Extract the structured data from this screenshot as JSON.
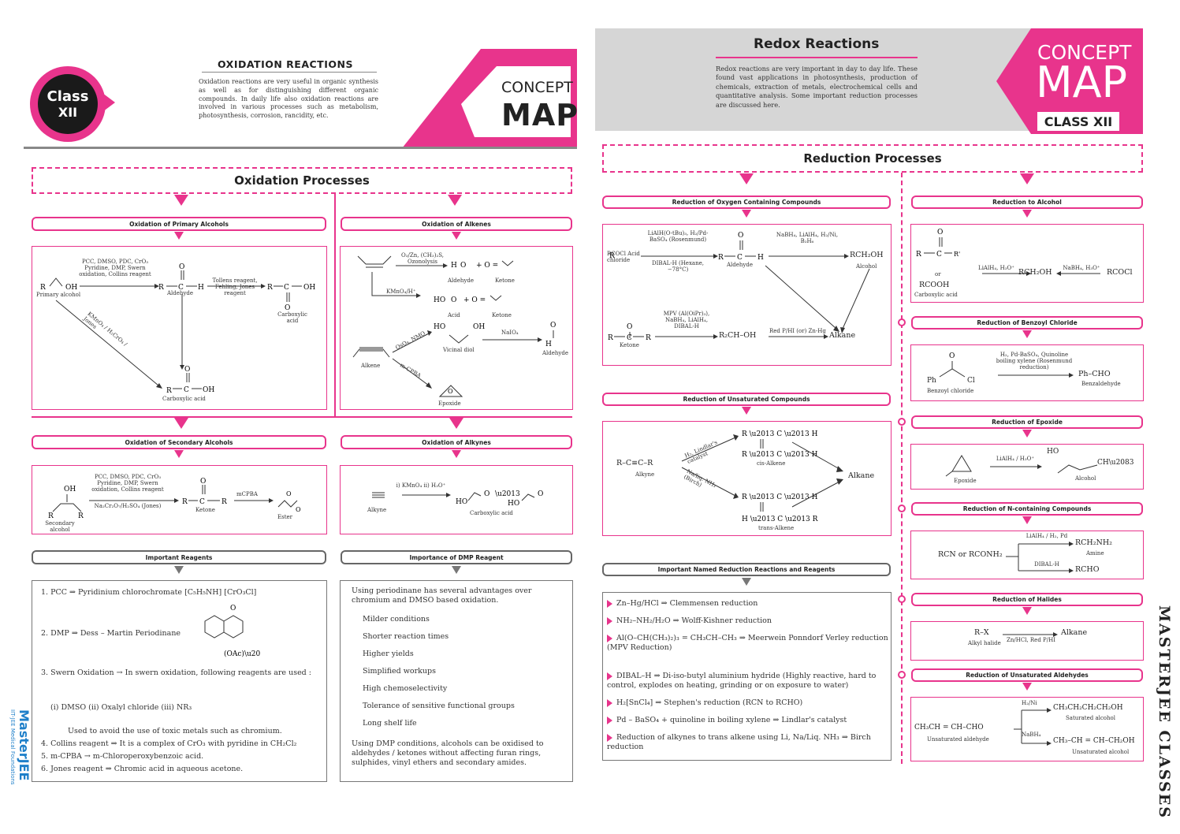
{
  "left": {
    "badge": {
      "line1": "Class",
      "line2": "XII"
    },
    "intro": {
      "title": "OXIDATION REACTIONS",
      "text": "Oxidation reactions are very useful in organic synthesis as well as for distinguishing different organic compounds. In daily life also oxidation reactions are involved in various processes such as metabolism, photosynthesis, corrosion, rancidity, etc."
    },
    "concept": {
      "top": "CONCEPT",
      "bottom": "MAP"
    },
    "section_title": "Oxidation Processes",
    "pills": {
      "primary_alcohols": "Oxidation of Primary Alcohols",
      "alkenes": "Oxidation of Alkenes",
      "secondary_alcohols": "Oxidation of Secondary Alcohols",
      "alkynes": "Oxidation of Alkynes",
      "reagents": "Important Reagents",
      "dmp": "Importance of DMP Reagent"
    },
    "primary_box": {
      "reactant": "R–∕–OH",
      "reactant_label": "Primary alcohol",
      "reagents_top": "PCC, DMSO, PDC, CrO₃ Pyridine, DMP, Swern oxidation, Collins reagent",
      "aldehyde_label": "Aldehyde",
      "reagents_right": "Tollens reagent, Fehling, Jones reagent",
      "product_label": "Carboxylic acid",
      "diag_reagent": "KMnO₄ / H₂CrO₄ / Jones",
      "acid_label": "Carboxylic acid"
    },
    "alkene_box": {
      "ozonolysis": "O₃/Zn, (CH₃)₂S, Ozonolysis",
      "aldehyde": "Aldehyde",
      "ketone": "Ketone",
      "acid": "Acid",
      "ketone2": "Ketone",
      "kmno4": "KMnO₄/H⁺",
      "alkene": "Alkene",
      "oso4": "OsO₄, NMO",
      "vicinal": "Vicinal diol",
      "naio4": "NaIO₄",
      "aldehyde2": "Aldehyde",
      "mcpba": "m-CPBA",
      "epoxide": "Epoxide"
    },
    "secondary_box": {
      "reactant_label": "Secondary alcohol",
      "reagents_top": "PCC, DMSO, PDC, CrO₃ Pyridine, DMP, Swern oxidation, Collins reagent",
      "reagents_bottom": "Na₂Cr₂O₇/H₂SO₄ (Jones)",
      "ketone": "Ketone",
      "peracid": "mCPBA",
      "ester": "Ester"
    },
    "alkyne_box": {
      "reagent": "i) KMnO₄ ii) H₃O⁺",
      "label_alkyne": "Alkyne",
      "label_acid": "Carboxylic acid"
    },
    "reagents_list": [
      "1. PCC ⇒ Pyridinium chlorochromate [C₅H₅NH] [CrO₃Cl]",
      "2. DMP ⇒ Dess – Martin Periodinane",
      "3. Swern Oxidation → In swern oxidation, following reagents are used :",
      "(i) DMSO  (ii) Oxalyl chloride  (iii) NR₃",
      "Used to avoid the use of toxic metals such as chromium.",
      "4. Collins reagent ⇒ It is a complex of CrO₃ with pyridine in CH₂Cl₂",
      "5. m-CPBA → m-Chloroperoxybenzoic acid.",
      "6. Jones reagent ⇒ Chromic acid in aqueous acetone."
    ],
    "dmp_intro": "Using periodinane has several advantages over chromium and DMSO based oxidation.",
    "dmp_points": [
      "Milder conditions",
      "Shorter reaction times",
      "Higher yields",
      "Simplified workups",
      "High chemoselectivity",
      "Tolerance of sensitive functional groups",
      "Long shelf life"
    ],
    "dmp_outro": "Using DMP conditions, alcohols can be oxidised to aldehydes / ketones without affecting furan rings, sulphides, vinyl ethers and secondary amides.",
    "brand": {
      "main": "MasterJEE",
      "sub": "IIT-JEE Medical Foundations"
    }
  },
  "right": {
    "header_title": "Redox Reactions",
    "header_text": "Redox reactions are very important in day to day life. These found vast applications in photosynthesis, production of chemicals, extraction of metals, electrochemical cells and quantitative analysis. Some important reduction processes are discussed here.",
    "concept": {
      "top": "CONCEPT",
      "mid": "MAP",
      "class": "CLASS XII"
    },
    "section_title": "Reduction Processes",
    "pills": {
      "oxygen": "Reduction of Oxygen Containing Compounds",
      "alcohol": "Reduction to Alcohol",
      "benzoyl": "Reduction of Benzoyl Chloride",
      "unsat": "Reduction of Unsaturated Compounds",
      "epoxide": "Reduction of Epoxide",
      "named": "Important Named Reduction Reactions and Reagents",
      "n_compounds": "Reduction of N-containing Compounds",
      "halides": "Reduction of Halides",
      "unsat_ald": "Reduction of Unsaturated Aldehydes"
    },
    "oxygen_box": {
      "rcocl": "RCOCl Acid chloride",
      "reag1": "LiAlH(O-tBu)₃, H₂/Pd-BaSO₄ (Rosenmund)",
      "reag1b": "DIBAL-H (Hexane, −78°C)",
      "aldehyde": "Aldehyde",
      "reag2": "NaBH₄, LiAlH₄, H₂/Ni, B₂H₆",
      "rch2oh": "RCH₂OH",
      "alcohol": "Alcohol",
      "ketone": "Ketone",
      "reag3": "MPV (Al(OiPr)₃), NaBH₄, LiAlH₄, DIBAL-H",
      "sec_alc": "R₂CH–OH",
      "alkane": "Alkane",
      "red_p": "Red P/HI (or) Zn-Hg"
    },
    "alcohol_box": {
      "reag_left": "LiAlH₄, H₃O⁺",
      "rch2oh": "RCH₂OH",
      "reag_right": "NaBH₄, H₃O⁺",
      "rcocl": "RCOCl",
      "or": "or",
      "rcooh": "RCOOH",
      "label": "Carboxylic acid"
    },
    "benzoyl_box": {
      "reactant": "Ph–C(=O)–Cl",
      "label": "Benzoyl chloride",
      "reag": "H₂, Pd-BaSO₄, Quinoline boiling xylene (Rosenmund reduction)",
      "product": "Ph–CHO",
      "product_label": "Benzaldehyde"
    },
    "unsat_box": {
      "alkyne": "R–C≡C–R",
      "alkyne_label": "Alkyne",
      "cis": "cis-Alkene",
      "trans": "trans-Alkene",
      "alkane": "Alkane",
      "reag_cis": "H₂, Lindlar's catalyst",
      "reag_trans": "Na/liq. NH₃ (Birch)"
    },
    "epoxide_box": {
      "label": "Epoxide",
      "reag": "LiAlH₄ / H₃O⁺",
      "product_label": "Alcohol"
    },
    "named_list": [
      "Zn–Hg/HCl ⇒ Clemmensen reduction",
      "NH₂–NH₂/H₂O ⇒ Wolff-Kishner reduction",
      "Al(O–CH(CH₃)₂)₃ = CH₃CH–CH₃ ⇒ Meerwein Ponndorf Verley reduction (MPV Reduction)",
      "DIBAL–H ⇒ Di-iso-butyl aluminium hydride (Highly reactive, hard to control, explodes on heating, grinding or on exposure to water)",
      "H₂[SnCl₄] ⇒ Stephen's reduction (RCN to RCHO)",
      "Pd – BaSO₄ + quinoline in boiling xylene ⇒ Lindlar's catalyst",
      "Reduction of alkynes to trans alkene using Li, Na/Liq. NH₃ ⇒ Birch reduction"
    ],
    "n_box": {
      "reactant": "RCN or RCONH₂",
      "prod1": "RCH₂NH₂",
      "prod1_label": "Amine",
      "prod2": "RCHO",
      "reag1": "LiAlH₄ / H₂, Pd",
      "reag2": "DIBAL-H"
    },
    "halides_box": {
      "reactant": "R–X",
      "label": "Alkyl halide",
      "reag": "Zn/HCl, Red P/HI",
      "product": "Alkane"
    },
    "unsat_ald_box": {
      "reactant": "CH₃CH = CH–CHO",
      "label": "Unsaturated aldehyde",
      "prod1": "CH₃CH₂CH₂CH₂OH",
      "prod1_label": "Saturated alcohol",
      "prod2": "CH₃–CH = CH–CH₂OH",
      "prod2_label": "Unsaturated alcohol",
      "reag1": "H₂/Ni",
      "reag2": "NaBH₄"
    },
    "brand": "MASTERJEE CLASSES"
  }
}
